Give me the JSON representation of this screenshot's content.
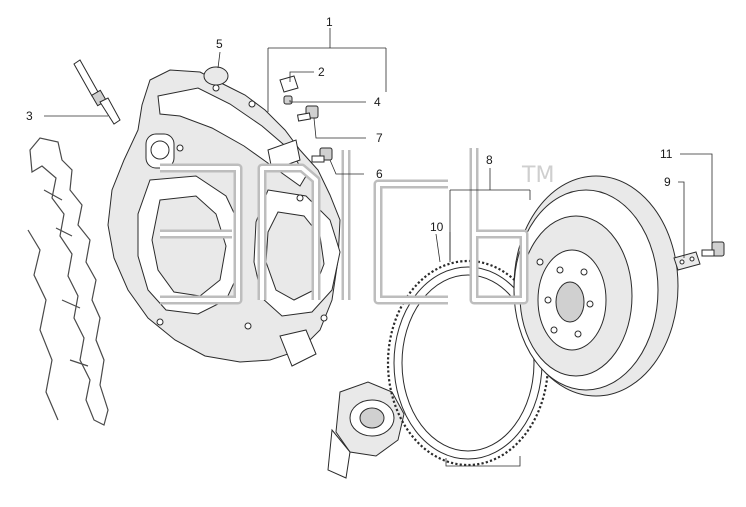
{
  "diagram": {
    "callouts": [
      {
        "id": "c1",
        "number": "1"
      },
      {
        "id": "c2",
        "number": "2"
      },
      {
        "id": "c3",
        "number": "3"
      },
      {
        "id": "c4",
        "number": "4"
      },
      {
        "id": "c5",
        "number": "5"
      },
      {
        "id": "c6",
        "number": "6"
      },
      {
        "id": "c7",
        "number": "7"
      },
      {
        "id": "c8",
        "number": "8"
      },
      {
        "id": "c9",
        "number": "9"
      },
      {
        "id": "c10",
        "number": "10"
      },
      {
        "id": "c11",
        "number": "11"
      }
    ],
    "watermark": {
      "trademark": "TM"
    }
  }
}
